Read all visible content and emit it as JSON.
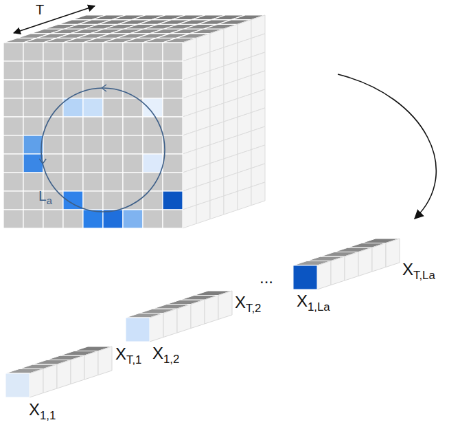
{
  "diagram": {
    "labels": [
      "T",
      "La",
      "X1,1",
      "XT,1",
      "X1,2",
      "XT,2",
      "...",
      "X1,La",
      "XT,La"
    ]
  }
}
